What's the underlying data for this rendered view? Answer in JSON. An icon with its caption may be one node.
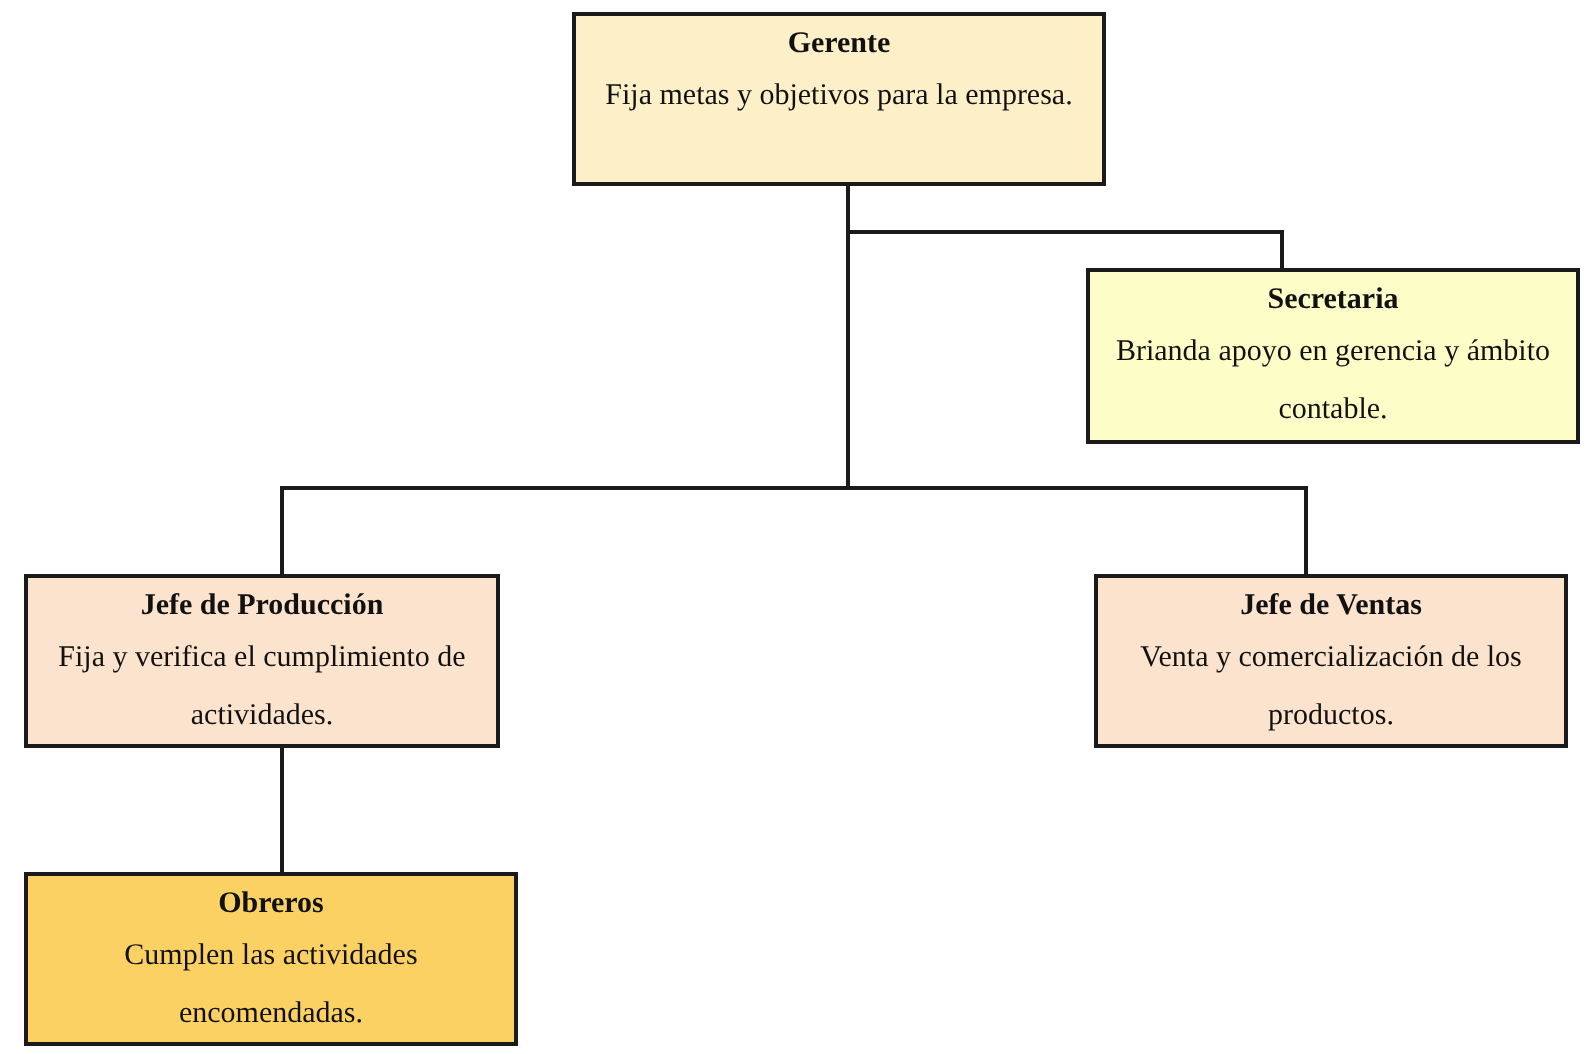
{
  "diagram": {
    "nodes": [
      {
        "text": [
          "Gerente",
          "Fija metas y objetivos para la empresa."
        ]
      },
      {
        "text": [
          "Secretaria",
          "Brianda apoyo en gerencia y ámbito contable."
        ]
      },
      {
        "text": [
          "Jefe de Producción",
          "Fija y verifica el cumplimiento de actividades."
        ]
      },
      {
        "text": [
          "Jefe de Ventas",
          "Venta y comercialización de los productos."
        ]
      },
      {
        "text": [
          "Obreros",
          "Cumplen las actividades encomendadas."
        ]
      }
    ],
    "edges": [
      {
        "from": 0,
        "to": 1,
        "arrow": "none"
      },
      {
        "from": 0,
        "to": 2,
        "arrow": "none"
      },
      {
        "from": 0,
        "to": 3,
        "arrow": "none"
      },
      {
        "from": 2,
        "to": 4,
        "arrow": "none"
      }
    ]
  }
}
